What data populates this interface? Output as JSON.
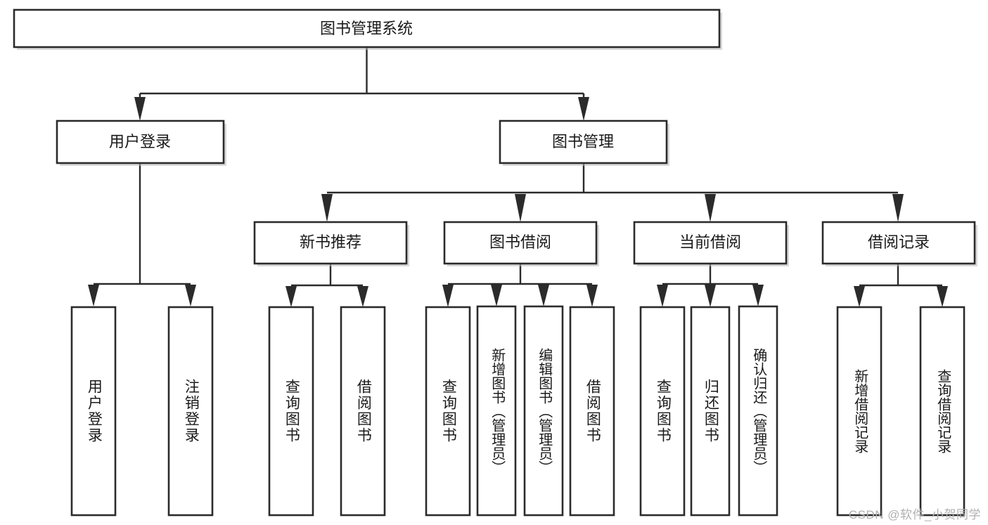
{
  "diagram": {
    "type": "tree",
    "title": "图书管理系统",
    "watermark": "CSDN @软件_小贺同学",
    "colors": {
      "box_stroke": "#2b2b2b",
      "box_fill": "#ffffff",
      "connector": "#2b2b2b",
      "text": "#1a1a1a",
      "watermark": "#b0b0b0",
      "shadow": "#b9b9b9"
    },
    "levels": [
      {
        "level": 1,
        "nodes": [
          {
            "id": "root",
            "label": "图书管理系统",
            "orientation": "horizontal"
          }
        ]
      },
      {
        "level": 2,
        "nodes": [
          {
            "id": "user-login",
            "label": "用户登录",
            "orientation": "horizontal",
            "parent": "root"
          },
          {
            "id": "book-manage",
            "label": "图书管理",
            "orientation": "horizontal",
            "parent": "root"
          }
        ]
      },
      {
        "level": 3,
        "nodes": [
          {
            "id": "new-book-recommend",
            "label": "新书推荐",
            "orientation": "horizontal",
            "parent": "book-manage"
          },
          {
            "id": "book-borrow",
            "label": "图书借阅",
            "orientation": "horizontal",
            "parent": "book-manage"
          },
          {
            "id": "current-borrow",
            "label": "当前借阅",
            "orientation": "horizontal",
            "parent": "book-manage"
          },
          {
            "id": "borrow-record",
            "label": "借阅记录",
            "orientation": "horizontal",
            "parent": "book-manage"
          }
        ]
      },
      {
        "level": 4,
        "nodes": [
          {
            "id": "leaf-user-login",
            "label": "用户登录",
            "orientation": "vertical",
            "parent": "user-login"
          },
          {
            "id": "leaf-user-logout",
            "label": "注销登录",
            "orientation": "vertical",
            "parent": "user-login"
          },
          {
            "id": "leaf-query-book-1",
            "label": "查询图书",
            "orientation": "vertical",
            "parent": "new-book-recommend"
          },
          {
            "id": "leaf-borrow-book-1",
            "label": "借阅图书",
            "orientation": "vertical",
            "parent": "new-book-recommend"
          },
          {
            "id": "leaf-query-book-2",
            "label": "查询图书",
            "orientation": "vertical",
            "parent": "book-borrow"
          },
          {
            "id": "leaf-add-book",
            "label": "新增图书（管理员）",
            "orientation": "vertical",
            "parent": "book-borrow"
          },
          {
            "id": "leaf-edit-book",
            "label": "编辑图书（管理员）",
            "orientation": "vertical",
            "parent": "book-borrow"
          },
          {
            "id": "leaf-borrow-book-2",
            "label": "借阅图书",
            "orientation": "vertical",
            "parent": "book-borrow"
          },
          {
            "id": "leaf-query-book-3",
            "label": "查询图书",
            "orientation": "vertical",
            "parent": "current-borrow"
          },
          {
            "id": "leaf-return-book",
            "label": "归还图书",
            "orientation": "vertical",
            "parent": "current-borrow"
          },
          {
            "id": "leaf-confirm-return",
            "label": "确认归还（管理员）",
            "orientation": "vertical",
            "parent": "current-borrow"
          },
          {
            "id": "leaf-add-record",
            "label": "新增借阅记录",
            "orientation": "vertical",
            "parent": "borrow-record"
          },
          {
            "id": "leaf-query-record",
            "label": "查询借阅记录",
            "orientation": "vertical",
            "parent": "borrow-record"
          }
        ]
      }
    ]
  }
}
